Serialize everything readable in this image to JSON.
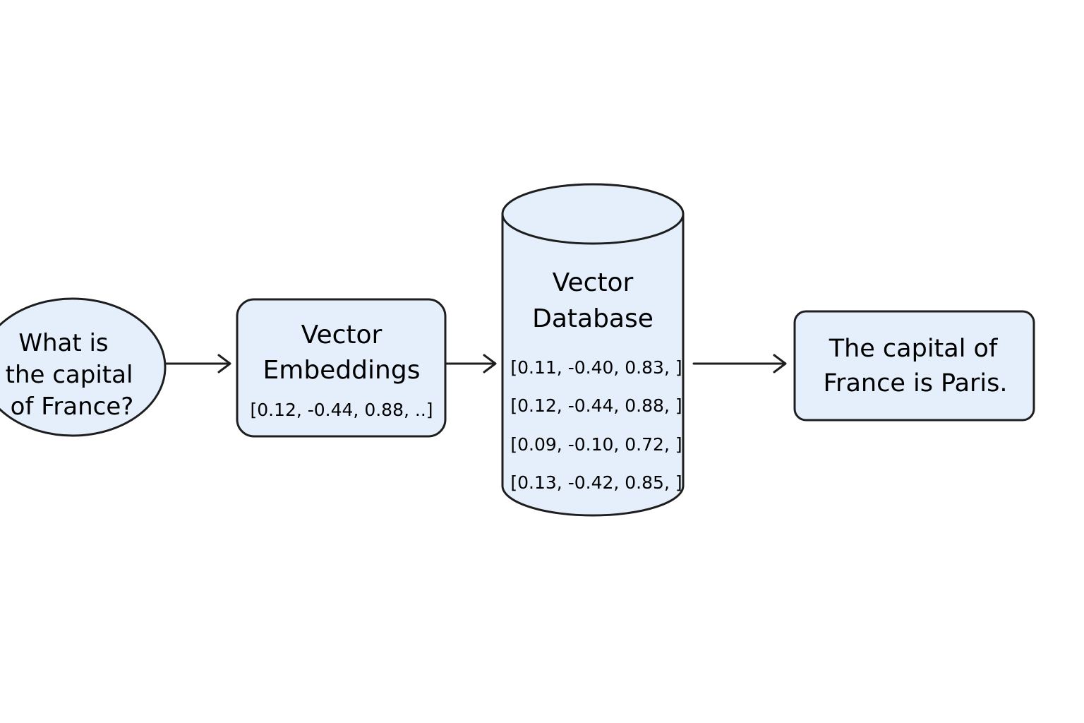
{
  "query": {
    "lines": [
      "What is",
      "the capital",
      "of France?"
    ]
  },
  "embeddings": {
    "title_lines": [
      "Vector",
      "Embeddings"
    ],
    "vector": "[0.12, -0.44, 0.88, ..]"
  },
  "database": {
    "title_lines": [
      "Vector",
      "Database"
    ],
    "vectors": [
      "[0.11, -0.40, 0.83, ]",
      "[0.12, -0.44, 0.88, ]",
      "[0.09, -0.10, 0.72, ]",
      "[0.13, -0.42, 0.85, ]"
    ]
  },
  "answer": {
    "lines": [
      "The capital of",
      "France is Paris."
    ]
  },
  "colors": {
    "node_fill": "#e4effb",
    "stroke": "#1e1e1e",
    "text": "#1c1c1c",
    "background": "#ffffff"
  }
}
